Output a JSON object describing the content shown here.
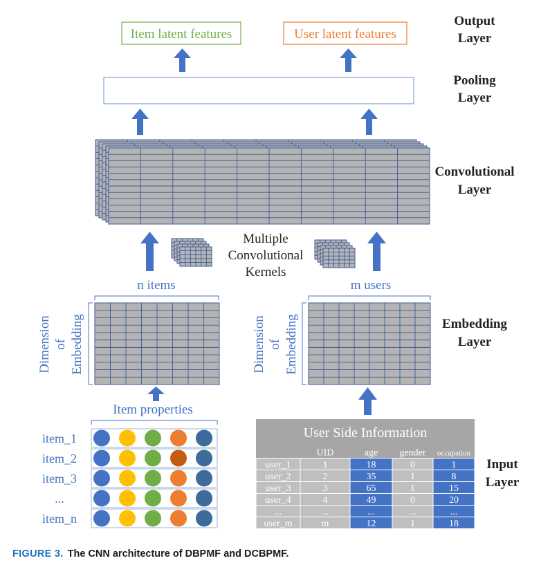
{
  "colors": {
    "arrow": "#4472c4",
    "item_box": "#70ad47",
    "user_box": "#ed7d31",
    "grid_fill": "#b4b4b4",
    "grid_line": "#3c5a9a",
    "label_blue": "#4472c4",
    "table_header": "#a6a6a6",
    "table_cell_gray": "#bfbfbf",
    "table_cell_blue": "#4472c4",
    "circle_colors": [
      "#4472c4",
      "#ffc000",
      "#70ad47",
      "#ed7d31",
      "#3e6b9c"
    ],
    "circle_highlight": "#c55a11"
  },
  "layers": {
    "output": [
      "Output",
      "Layer"
    ],
    "pooling": [
      "Pooling",
      "Layer"
    ],
    "convolutional": [
      "Convolutional",
      "Layer"
    ],
    "embedding": [
      "Embedding",
      "Layer"
    ],
    "input": [
      "Input",
      "Layer"
    ]
  },
  "output_boxes": {
    "item": "Item latent features",
    "user": "User latent features"
  },
  "kernels_label": [
    "Multiple",
    "Convolutional",
    "Kernels"
  ],
  "embedding": {
    "n_items": "n items",
    "m_users": "m users",
    "dimension_label": [
      "Dimension",
      "of",
      "Embedding"
    ]
  },
  "item_properties": {
    "title": "Item properties",
    "rows": [
      "item_1",
      "item_2",
      "item_3",
      "...",
      "item_n"
    ]
  },
  "user_table": {
    "title": "User Side Information",
    "headers": [
      "",
      "UID",
      "age",
      "gender",
      "occupation"
    ],
    "rows": [
      [
        "user_1",
        "1",
        "18",
        "0",
        "1"
      ],
      [
        "user_2",
        "2",
        "35",
        "1",
        "8"
      ],
      [
        "user_3",
        "3",
        "65",
        "1",
        "15"
      ],
      [
        "user_4",
        "4",
        "49",
        "0",
        "20"
      ],
      [
        "...",
        "...",
        "...",
        "...",
        "..."
      ],
      [
        "user_m",
        "m",
        "12",
        "1",
        "18"
      ]
    ]
  },
  "caption": {
    "figure": "FIGURE 3.",
    "text": "The CNN architecture of DBPMF and DCBPMF."
  }
}
